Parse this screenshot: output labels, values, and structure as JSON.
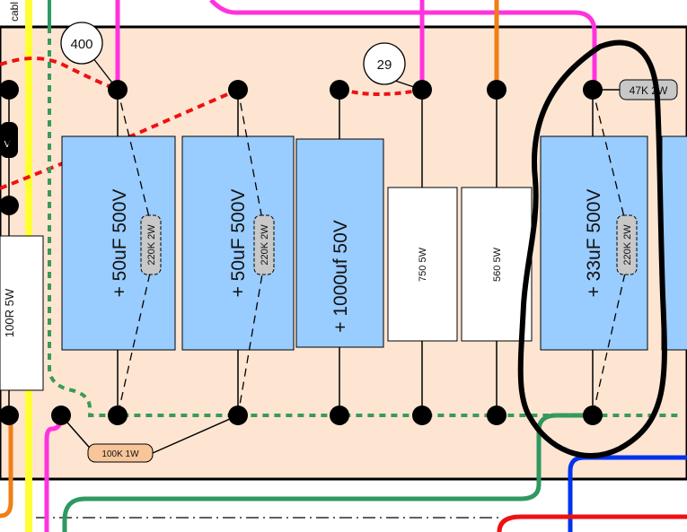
{
  "labels": {
    "cable_partial": "cabl",
    "node_400": "400",
    "node_29": "29",
    "resistor_47k": "47K 2W",
    "resistor_100k": "100K 1W",
    "resistor_220k_a": "220K 2W",
    "resistor_220k_b": "220K 2W",
    "resistor_220k_c": "220K 2W",
    "resistor_100r": "100R  5W",
    "resistor_750": "750 5W",
    "resistor_560": "560 5W",
    "cap_50uf_a": "+ 50uF 500V",
    "cap_50uf_b": "+ 50uF 500V",
    "cap_1000uf": "+ 1000uf 50V",
    "cap_33uf": "+ 33uF 500V",
    "diode_mark": "V"
  },
  "colors": {
    "board": "#fde5d2",
    "capacitor": "#99ccff",
    "magenta_wire": "#ff33dd",
    "orange_wire": "#f07f16",
    "yellow_wire": "#ffff33",
    "green_wire": "#2e9960",
    "blue_wire": "#0033ee",
    "red_wire": "#ee1111",
    "dashed_red": "#e11",
    "dashed_green": "#3a9a5a",
    "resistor_orange": "#f8c59a",
    "resistor_gray": "#c8c8c8"
  }
}
